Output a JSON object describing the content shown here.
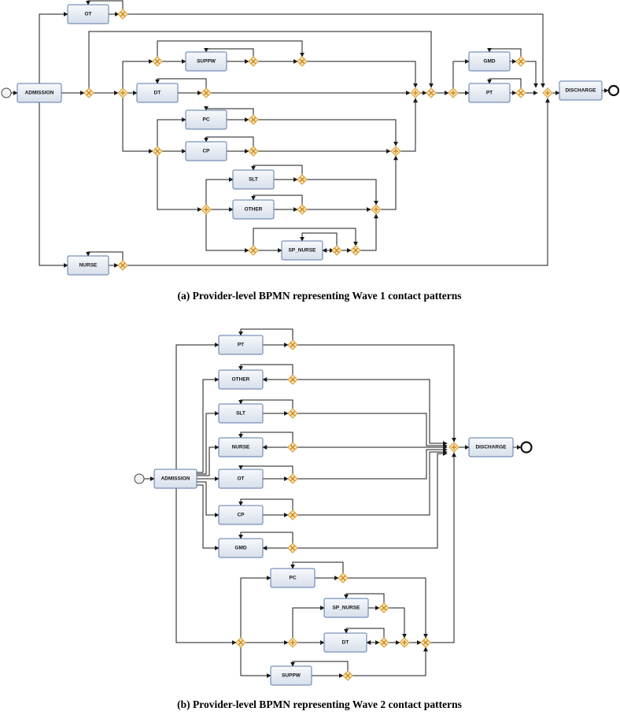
{
  "diagram_a": {
    "caption": "(a)   Provider-level BPMN representing Wave 1 contact patterns",
    "tasks": {
      "ot": "OT",
      "admission": "ADMISSION",
      "suppw": "SUPPW",
      "dt": "DT",
      "pc": "PC",
      "cp": "CP",
      "slt": "SLT",
      "other": "OTHER",
      "sp_nurse": "SP_NURSE",
      "nurse": "NURSE",
      "gmd": "GMD",
      "pt": "PT",
      "discharge": "DISCHARGE"
    }
  },
  "diagram_b": {
    "caption": "(b)   Provider-level BPMN representing Wave 2 contact patterns",
    "tasks": {
      "admission": "ADMISSION",
      "pt": "PT",
      "other": "OTHER",
      "slt": "SLT",
      "nurse": "NURSE",
      "ot": "OT",
      "cp": "CP",
      "gmd": "GMD",
      "pc": "PC",
      "sp_nurse": "SP_NURSE",
      "dt": "DT",
      "suppw": "SUPPW",
      "discharge": "DISCHARGE"
    }
  },
  "colors": {
    "task_fill_top": "#f7f9fc",
    "task_fill_bottom": "#d7dfeb",
    "task_border": "#5a7aa8",
    "gateway_fill": "#fbe6b8",
    "gateway_border": "#d99a2b"
  }
}
